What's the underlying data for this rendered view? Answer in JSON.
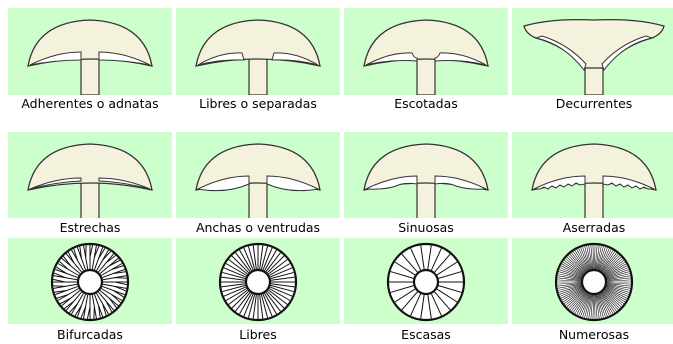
{
  "rows": [
    {
      "cells": [
        {
          "label": "Adherentes o adnatas",
          "kind": "gill-side",
          "variant": "adnate"
        },
        {
          "label": "Libres o separadas",
          "kind": "gill-side",
          "variant": "free"
        },
        {
          "label": "Escotadas",
          "kind": "gill-side",
          "variant": "emarginate"
        },
        {
          "label": "Decurrentes",
          "kind": "gill-side",
          "variant": "decurrent"
        }
      ]
    },
    {
      "cells": [
        {
          "label": "Estrechas",
          "kind": "gill-side",
          "variant": "narrow"
        },
        {
          "label": "Anchas o ventrudas",
          "kind": "gill-side",
          "variant": "ventricose"
        },
        {
          "label": "Sinuosas",
          "kind": "gill-side",
          "variant": "sinuate"
        },
        {
          "label": "Aserradas",
          "kind": "gill-side",
          "variant": "serrate"
        }
      ]
    },
    {
      "cells": [
        {
          "label": "Bifurcadas",
          "kind": "gill-underside",
          "variant": "forked"
        },
        {
          "label": "Libres",
          "kind": "gill-underside",
          "variant": "free-radial"
        },
        {
          "label": "Escasas",
          "kind": "gill-underside",
          "variant": "sparse"
        },
        {
          "label": "Numerosas",
          "kind": "gill-underside",
          "variant": "crowded"
        }
      ]
    }
  ],
  "colors": {
    "panel": "#ccffcc",
    "cap": "#f4f1dd",
    "outline": "#333333",
    "gill": "#ffffff"
  }
}
